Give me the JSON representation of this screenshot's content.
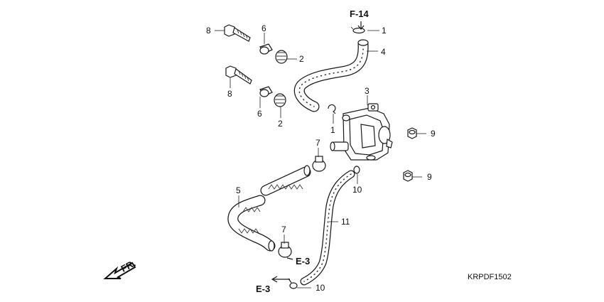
{
  "references": {
    "fuel_tank": "F-14",
    "frame_top": "E-3",
    "frame_bottom": "E-3"
  },
  "callouts": {
    "c1_top": "1",
    "c1_mid": "1",
    "c2_top": "2",
    "c2_bot": "2",
    "c3": "3",
    "c4": "4",
    "c5": "5",
    "c6_top": "6",
    "c6_bot": "6",
    "c7_top": "7",
    "c7_bot": "7",
    "c8_top": "8",
    "c8_bot": "8",
    "c9_top": "9",
    "c9_bot": "9",
    "c10_mid": "10",
    "c10_bot": "10",
    "c11": "11"
  },
  "front_marker": "FR.",
  "diagram_code": "KRPDF1502"
}
